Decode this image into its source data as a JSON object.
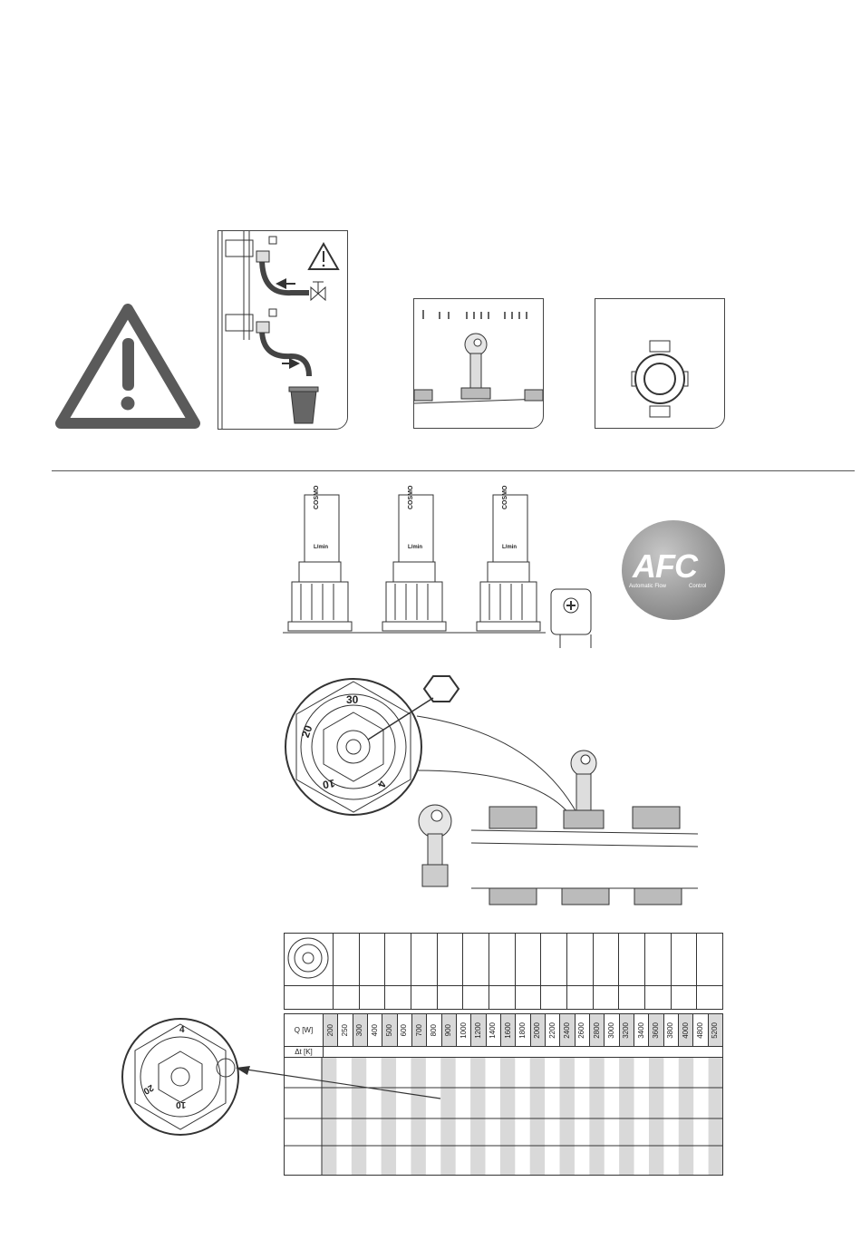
{
  "header_table": {
    "q_label": "Q [W]",
    "dt_label": "Δt [K]",
    "q_values": [
      "200",
      "250",
      "300",
      "400",
      "500",
      "600",
      "700",
      "800",
      "900",
      "1000",
      "1200",
      "1400",
      "1600",
      "1800",
      "2000",
      "2200",
      "2400",
      "2600",
      "2800",
      "3000",
      "3200",
      "3400",
      "3600",
      "3800",
      "4000",
      "4800",
      "5200"
    ]
  },
  "flowmeter": {
    "brand": "COSMO",
    "unit": "L/min"
  },
  "afc_badge": {
    "title": "AFC",
    "subtitle_left": "Automatic Flow",
    "subtitle_right": "Control"
  },
  "dial": {
    "labels_top": [
      "30",
      "20",
      "10",
      "4"
    ],
    "labels_bottom": [
      "4",
      "10",
      "20"
    ]
  }
}
